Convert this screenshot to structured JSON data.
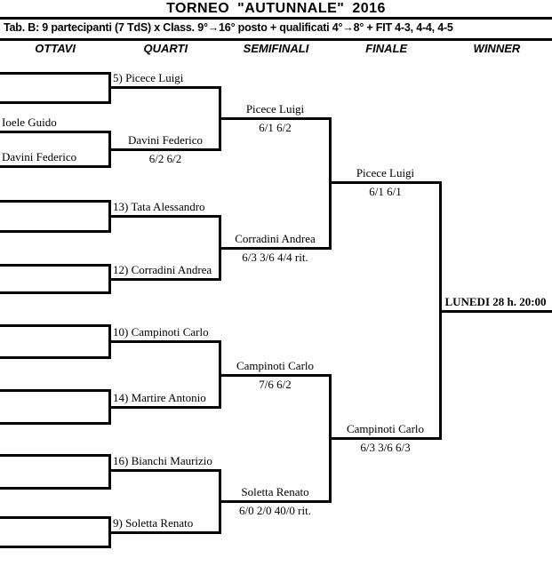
{
  "header": {
    "title": "TORNEO \"AUTUNNALE\" 2016",
    "subtitle": "Tab. B: 9 partecipanti (7 TdS) x Class. 9°→16° posto + qualificati 4°→8° + FIT 4-3, 4-4, 4-5",
    "columns": [
      "OTTAVI",
      "QUARTI",
      "SEMIFINALI",
      "FINALE",
      "WINNER"
    ]
  },
  "bracket": {
    "ottavi": {
      "m1": {
        "top": "Ioele Guido",
        "bottom": "Davini Federico"
      }
    },
    "quarti": {
      "q1": {
        "name": "5) Picece Luigi"
      },
      "q2": {
        "name": "Davini Federico",
        "score": "6/2  6/2"
      },
      "q3": {
        "name": "13) Tata Alessandro"
      },
      "q4": {
        "name": "12) Corradini Andrea"
      },
      "q5": {
        "name": "10) Campinoti Carlo"
      },
      "q6": {
        "name": "14) Martire Antonio"
      },
      "q7": {
        "name": "16) Bianchi Maurizio"
      },
      "q8": {
        "name": "9) Soletta Renato"
      }
    },
    "semifinali": {
      "s1": {
        "name": "Picece Luigi",
        "score": "6/1  6/2"
      },
      "s2": {
        "name": "Corradini Andrea",
        "score": "6/3  3/6  4/4 rit."
      },
      "s3": {
        "name": "Campinoti Carlo",
        "score": "7/6  6/2"
      },
      "s4": {
        "name": "Soletta Renato",
        "score": "6/0  2/0  40/0 rit."
      }
    },
    "finale": {
      "f1": {
        "name": "Picece Luigi",
        "score": "6/1  6/1"
      },
      "f2": {
        "name": "Campinoti Carlo",
        "score": "6/3  3/6  6/3"
      }
    },
    "winner": {
      "schedule": "LUNEDI 28 h. 20:00"
    }
  },
  "colors": {
    "line": "#000000",
    "text": "#000000",
    "background": "#ffffff"
  }
}
